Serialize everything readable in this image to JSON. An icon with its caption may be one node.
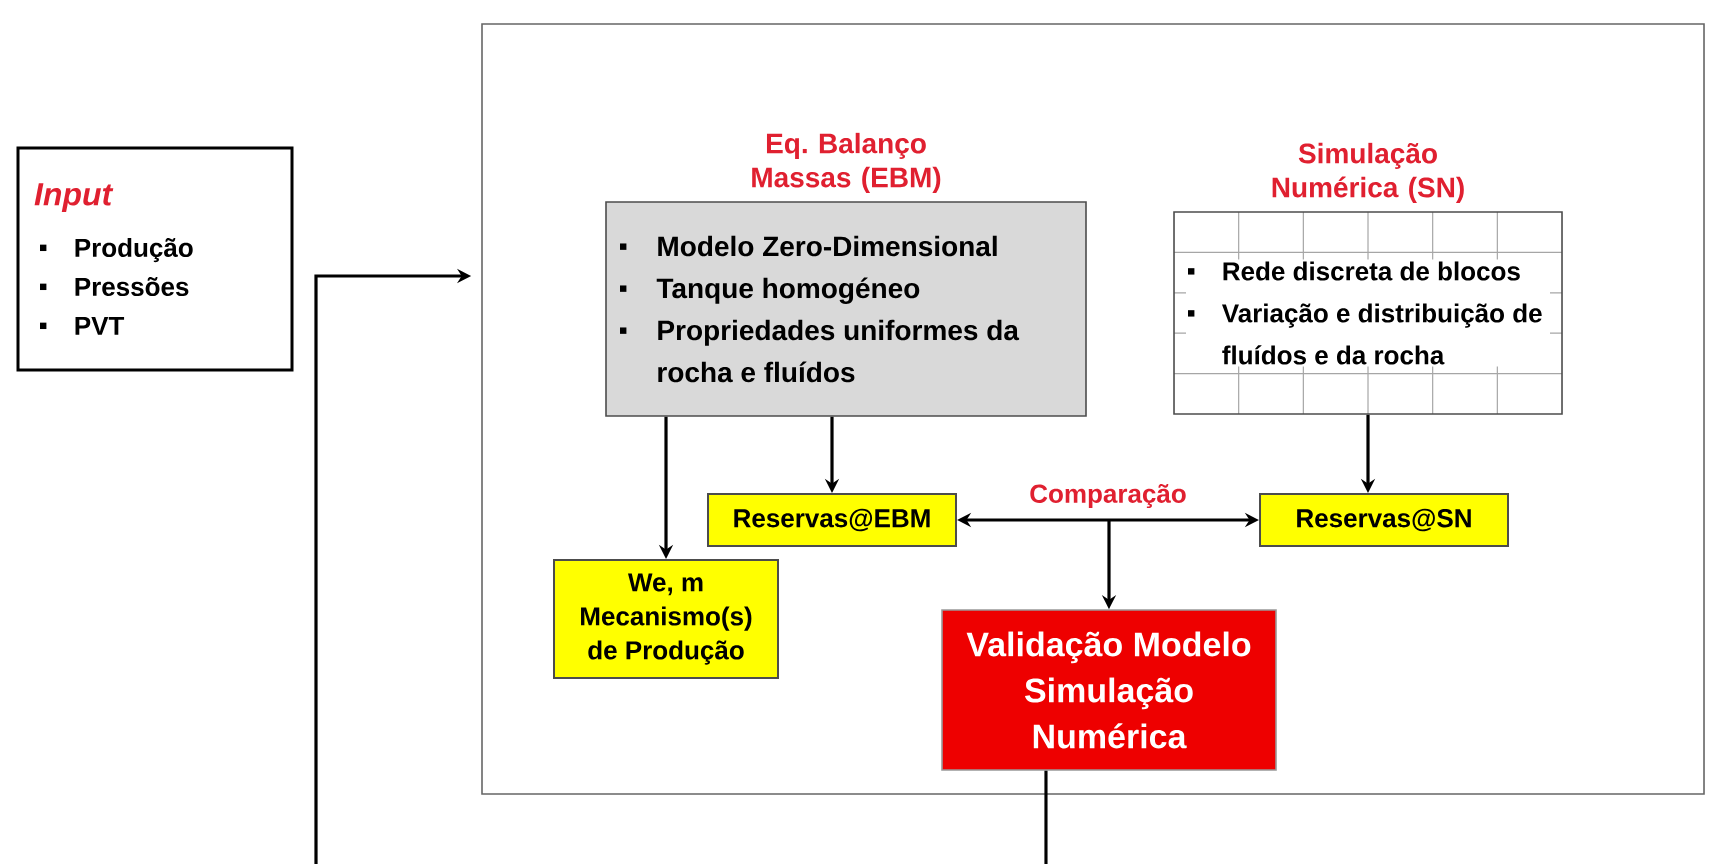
{
  "diagram": {
    "nodes": [
      {
        "text": [
          "Input",
          "Produção",
          "Pressões",
          "PVT"
        ]
      },
      {
        "text": [],
        "shape": "box"
      },
      {
        "text": [
          "Eq. Balanço Massas (EBM)",
          "Modelo Zero-Dimensional",
          "Tanque homogéneo",
          "Propriedades uniformes da rocha e fluídos"
        ],
        "in": 1
      },
      {
        "text": [
          "Simulação Numérica (SN)",
          "Rede discreta de blocos",
          "Variação e distribuição de fluídos e da rocha"
        ],
        "in": 1
      },
      {
        "text": [
          "Reservas@EBM"
        ],
        "in": 1
      },
      {
        "text": [
          "Reservas@SN"
        ],
        "in": 1
      },
      {
        "text": [
          "We, m",
          "Mecanismo(s) de Produção"
        ],
        "in": 1
      },
      {
        "text": [
          "Validação Modelo Simulação Numérica"
        ],
        "in": 1
      }
    ],
    "edges": [
      {
        "from": 2,
        "to": 6,
        "arrow": "to"
      },
      {
        "from": 2,
        "to": 4,
        "arrow": "to"
      },
      {
        "from": 3,
        "to": 5,
        "arrow": "to"
      },
      {
        "from": 4,
        "to": 5,
        "arrow": "both",
        "label": "Comparação"
      },
      {
        "from": null,
        "to": 7,
        "arrow": "to"
      },
      {
        "from": 7,
        "to": null,
        "arrow": "none"
      },
      {
        "from": null,
        "to": 1,
        "arrow": "to"
      }
    ]
  }
}
